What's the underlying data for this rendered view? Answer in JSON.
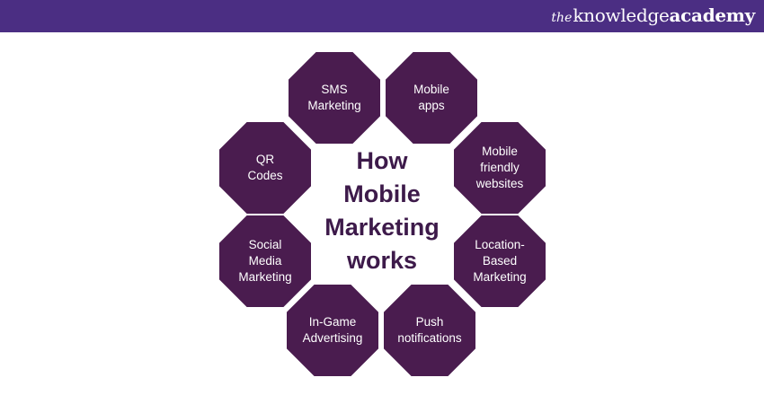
{
  "brand": {
    "logo_the": "the",
    "logo_knowledge": "knowledge",
    "logo_academy": "academy",
    "bar_color": "#4b2e83"
  },
  "diagram": {
    "center_title": "How\nMobile\nMarketing\nworks",
    "node_color": "#4a1c4f",
    "nodes": [
      {
        "label": "SMS\nMarketing"
      },
      {
        "label": "Mobile\napps"
      },
      {
        "label": "Mobile\nfriendly\nwebsites"
      },
      {
        "label": "Location-\nBased\nMarketing"
      },
      {
        "label": "Push\nnotifications"
      },
      {
        "label": "In-Game\nAdvertising"
      },
      {
        "label": "Social\nMedia\nMarketing"
      },
      {
        "label": "QR\nCodes"
      }
    ]
  }
}
